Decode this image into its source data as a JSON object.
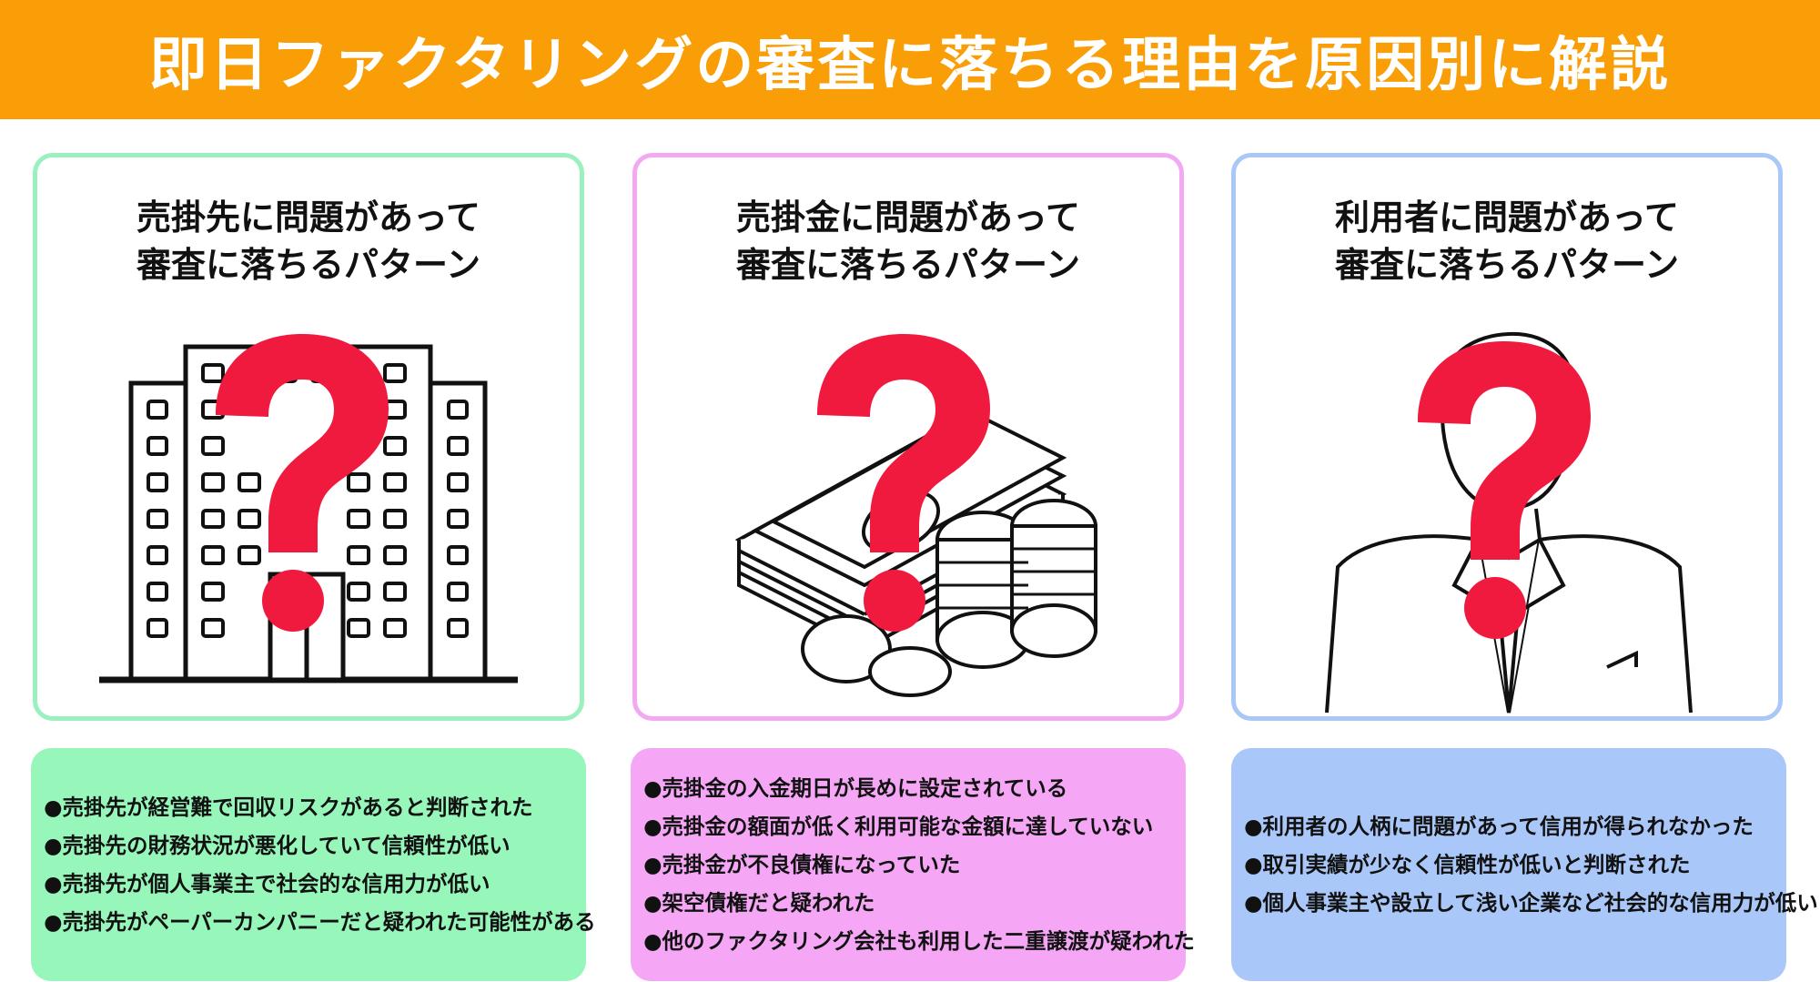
{
  "header": {
    "title": "即日ファクタリングの審査に落ちる理由を原因別に解説",
    "background_color": "#f99e06"
  },
  "cards": [
    {
      "title_line1": "売掛先に問題があって",
      "title_line2": "審査に落ちるパターン",
      "border_color": "#9af1bf",
      "illustration_icon": "office-building-icon"
    },
    {
      "title_line1": "売掛金に問題があって",
      "title_line2": "審査に落ちるパターン",
      "border_color": "#f3a9f2",
      "illustration_icon": "money-stack-yen-icon"
    },
    {
      "title_line1": "利用者に問題があって",
      "title_line2": "審査に落ちるパターン",
      "border_color": "#a9c8f7",
      "illustration_icon": "businessman-icon"
    }
  ],
  "overlay_icon": "question-mark-icon",
  "accent_color": "#f0193e",
  "panels": [
    {
      "background_color": "#97f6ba",
      "items": [
        "●売掛先が経営難で回収リスクがあると判断された",
        "●売掛先の財務状況が悪化していて信頼性が低い",
        "●売掛先が個人事業主で社会的な信用力が低い",
        "●売掛先がペーパーカンパニーだと疑われた可能性がある"
      ]
    },
    {
      "background_color": "#f5a7f6",
      "items": [
        "●売掛金の入金期日が長めに設定されている",
        "●売掛金の額面が低く利用可能な金額に達していない",
        "●売掛金が不良債権になっていた",
        "●架空債権だと疑われた",
        "●他のファクタリング会社も利用した二重譲渡が疑われた"
      ]
    },
    {
      "background_color": "#a9c7f8",
      "items": [
        "●利用者の人柄に問題があって信用が得られなかった",
        "●取引実績が少なく信頼性が低いと判断された",
        "●個人事業主や設立して浅い企業など社会的な信用力が低い"
      ]
    }
  ]
}
